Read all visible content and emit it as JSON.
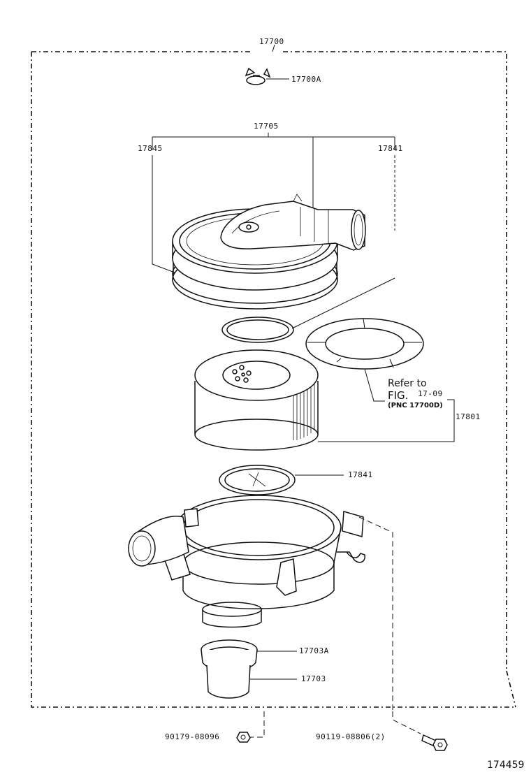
{
  "labels": {
    "p17700": "17700",
    "p17700A": "17700A",
    "p17705": "17705",
    "p17845": "17845",
    "p17841_top": "17841",
    "p17801": "17801",
    "p17841_mid": "17841",
    "p17703A": "17703A",
    "p17703": "17703",
    "p90179": "90179-08096",
    "p90119": "90119-08806(2)",
    "doc_id": "174459"
  },
  "refer": {
    "line1": "Refer to",
    "fig_word": "FIG.",
    "fig_num": "17-09",
    "pnc": "(PNC 17700D)"
  }
}
